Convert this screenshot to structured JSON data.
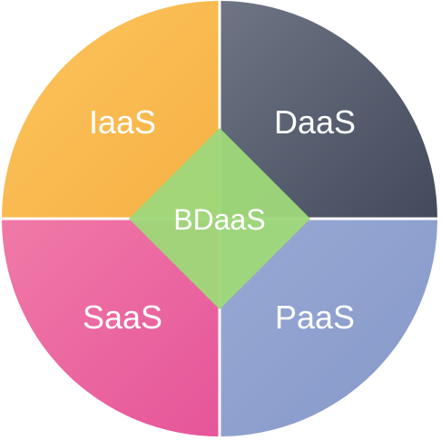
{
  "quadrants": {
    "top_left": {
      "label": "IaaS",
      "color_start": "#fbc55e",
      "color_end": "#f7b043"
    },
    "top_right": {
      "label": "DaaS",
      "color_start": "#6e7585",
      "color_end": "#434a5b"
    },
    "bottom_left": {
      "label": "SaaS",
      "color_start": "#f07aa7",
      "color_end": "#e6559a"
    },
    "bottom_right": {
      "label": "PaaS",
      "color_start": "#9aa9d5",
      "color_end": "#8498c8"
    }
  },
  "center": {
    "label": "BDaaS",
    "color": "#9ed77a"
  },
  "divider_color": "#ffffff"
}
